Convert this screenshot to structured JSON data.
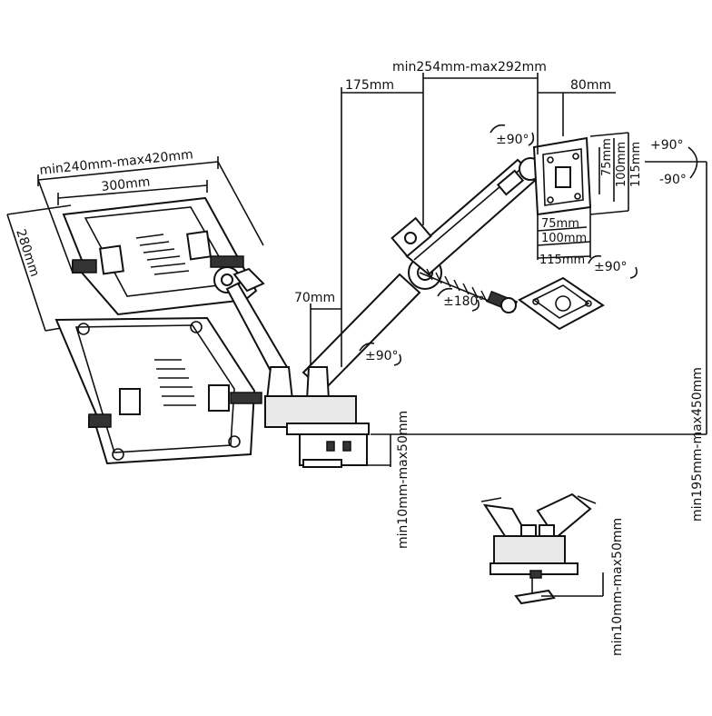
{
  "diagram": {
    "laptop_tray": {
      "width_range": "min240mm-max420mm",
      "width": "300mm",
      "depth": "280mm"
    },
    "arm": {
      "top_span": "min254mm-max292mm",
      "offset": "175mm",
      "plate_offset": "80mm",
      "base_offset": "70mm",
      "height_range": "min195mm-max450mm"
    },
    "rotation": {
      "head_swivel": "±90°",
      "tilt_up": "+90°",
      "tilt_down": "-90°",
      "plate_swivel": "±90°",
      "elbow": "±180°",
      "base": "±90°"
    },
    "vesa": {
      "sizes_vertical": [
        "75mm",
        "100mm",
        "115mm"
      ],
      "sizes_horizontal": [
        "75mm",
        "100mm",
        "115mm"
      ]
    },
    "clamp": {
      "thickness_range": "min10mm-max50mm"
    },
    "grommet": {
      "thickness_range": "min10mm-max50mm"
    }
  }
}
